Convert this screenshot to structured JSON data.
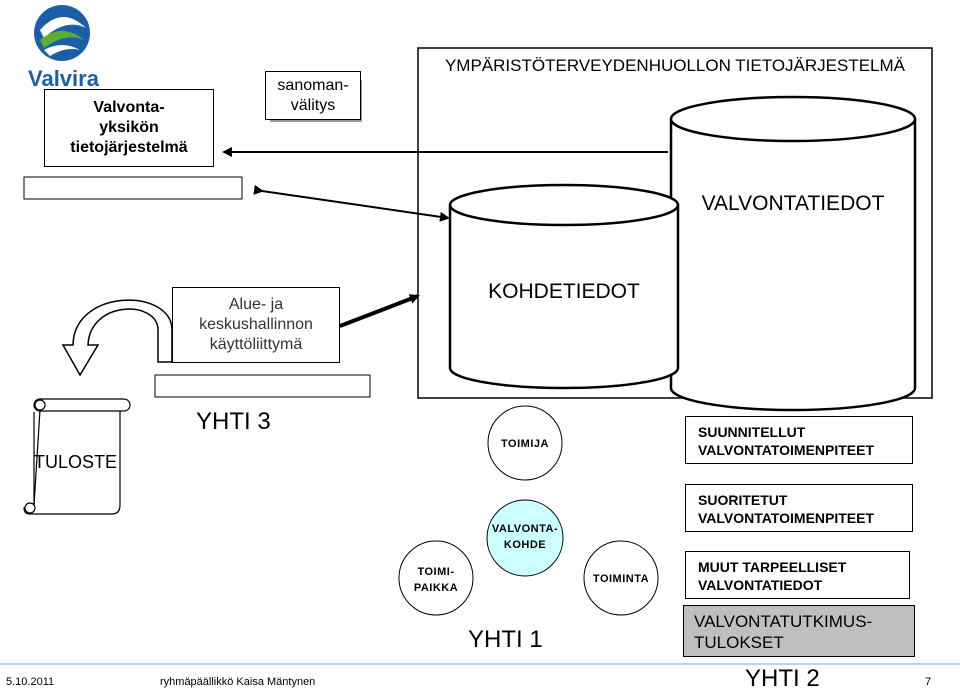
{
  "logo": {
    "text": "Valvira",
    "color_blue": "#1a5fa8",
    "color_green": "#5ab031"
  },
  "yksikko_box": {
    "line1": "Valvonta-",
    "line2": "yksikön",
    "line3": "tietojärjestelmä"
  },
  "sanoman_box": {
    "line1": "sanoman-",
    "line2": "välitys"
  },
  "system_title": "YMPÄRISTÖTERVEYDENHUOLLON TIETOJÄRJESTELMÄ",
  "valvontatiedot": "VALVONTATIEDOT",
  "kohdetiedot": "KOHDETIEDOT",
  "alue_box": {
    "line1": "Alue- ja",
    "line2": "keskushallinnon",
    "line3": "käyttöliittymä"
  },
  "tuloste": "TULOSTE",
  "yhti3": "YHTI 3",
  "yhti1": "YHTI 1",
  "yhti2": "YHTI 2",
  "circles": {
    "toimija": "TOIMIJA",
    "valvontakohde_line1": "VALVONTA-",
    "valvontakohde_line2": "KOHDE",
    "toimipaikka_line1": "TOIMI-",
    "toimipaikka_line2": "PAIKKA",
    "toiminta": "TOIMINTA",
    "center_fill": "#ccffff"
  },
  "right_boxes": {
    "b1_line1": "SUUNNITELLUT",
    "b1_line2": "VALVONTATOIMENPITEET",
    "b2_line1": "SUORITETUT",
    "b2_line2": "VALVONTATOIMENPITEET",
    "b3_line1": "MUUT TARPEELLISET",
    "b3_line2": "VALVONTATIEDOT",
    "b4_line1": "VALVONTATUTKIMUS-",
    "b4_line2": "TULOKSET",
    "b4_fill": "#bfbfbf"
  },
  "footer": {
    "date": "5.10.2011",
    "author": "ryhmäpäällikkö Kaisa Mäntynen",
    "page": "7"
  }
}
